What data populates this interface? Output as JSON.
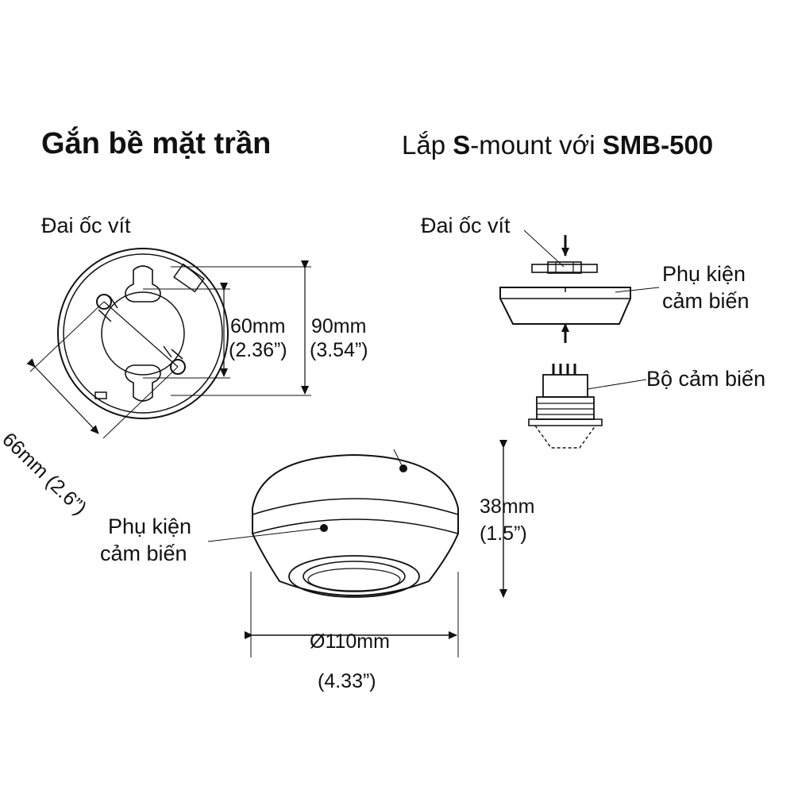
{
  "titles": {
    "left": "Gắn bề mặt trần",
    "right_prefix": "Lắp ",
    "right_bold1": "S",
    "right_middle": "-mount với ",
    "right_bold2": "SMB-500"
  },
  "left_view": {
    "screw_label": "Đai ốc vít",
    "dim_60_mm": "60mm",
    "dim_60_in": "(2.36”)",
    "dim_90_mm": "90mm",
    "dim_90_in": "(3.54”)",
    "dim_66": "66mm (2.6”)"
  },
  "right_view": {
    "screw_label": "Đai ốc vít",
    "accessory_line1": "Phụ kiện",
    "accessory_line2": "cảm biến",
    "sensor_label": "Bộ cảm biến"
  },
  "bottom_view": {
    "accessory_line1": "Phụ kiện",
    "accessory_line2": "cảm biến",
    "height_mm": "38mm",
    "height_in": "(1.5”)",
    "diameter_mm": "Ø110mm",
    "diameter_in": "(4.33”)"
  }
}
